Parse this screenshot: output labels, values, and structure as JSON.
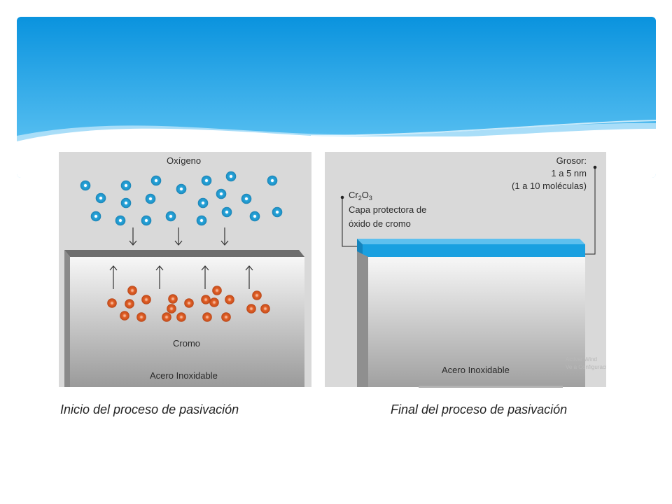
{
  "slide": {
    "header_colors": {
      "top": "#0a93de",
      "bottom": "#62c2f3"
    }
  },
  "left_panel": {
    "top_label": "Oxígeno",
    "metal_label": "Cromo",
    "base_label": "Acero Inoxidable",
    "caption": "Inicio del proceso de pasivación",
    "oxygen_color": "#2aa7dd",
    "chromium_color": "#e2622a"
  },
  "right_panel": {
    "thickness_label_1": "Grosor:",
    "thickness_label_2": "1 a 5 nm",
    "thickness_label_3": "(1 a 10 moléculas)",
    "formula_main": "Cr",
    "formula_sub1": "2",
    "formula_mid": "O",
    "formula_sub2": "3",
    "layer_label_1": "Capa protectora de",
    "layer_label_2": "óxido de cromo",
    "base_label": "Acero Inoxidable",
    "caption": "Final del proceso de pasivación",
    "layer_color": "#1aa0e0",
    "watermark_1": "Activar Wind",
    "watermark_2": "Ve a Configuraci"
  }
}
